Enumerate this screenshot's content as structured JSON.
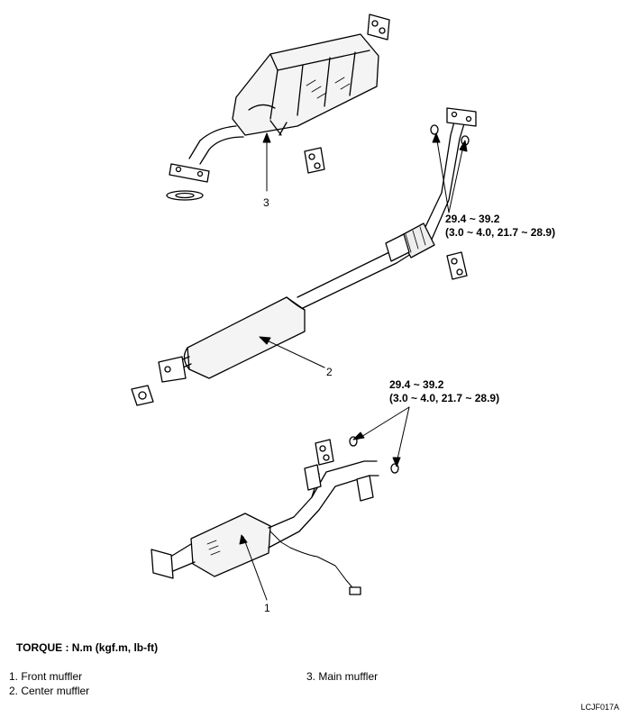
{
  "callouts": {
    "upper_torque_line1": "29.4 ~ 39.2",
    "upper_torque_line2": "(3.0 ~ 4.0, 21.7 ~ 28.9)",
    "lower_torque_line1": "29.4 ~ 39.2",
    "lower_torque_line2": "(3.0 ~ 4.0, 21.7 ~ 28.9)",
    "part_numbers": [
      "1",
      "2",
      "3"
    ]
  },
  "torque_heading": "TORQUE : N.m (kgf.m, lb-ft)",
  "legend": [
    "1. Front muffler",
    "2. Center muffler",
    "3. Main muffler"
  ],
  "figure_code": "LCJF017A"
}
